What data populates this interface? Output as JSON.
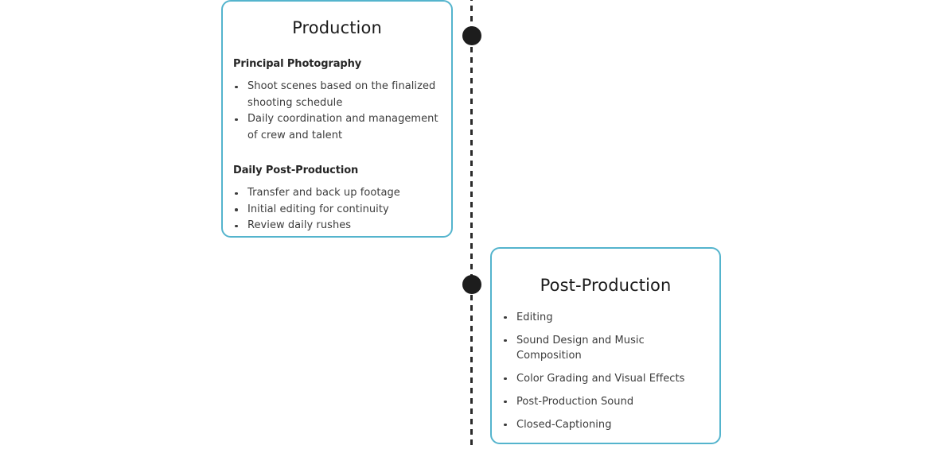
{
  "diagram": {
    "type": "vertical-timeline",
    "accent_color": "#54b4cd",
    "axis_color": "#2b2b2b",
    "dot_color": "#1d1d1d",
    "text_color": "#3c3c3c",
    "title_color": "#1b1b1b",
    "background": "#ffffff"
  },
  "timeline": {
    "milestones": [
      {
        "name": "production-milestone",
        "label": ""
      },
      {
        "name": "post-production-milestone",
        "label": ""
      }
    ]
  },
  "cards": {
    "production": {
      "title": "Production",
      "sections": [
        {
          "heading": "Principal Photography",
          "items": [
            "Shoot scenes based on the finalized shooting schedule",
            "Daily coordination and management of crew and talent"
          ]
        },
        {
          "heading": "Daily Post-Production",
          "items": [
            "Transfer and back up footage",
            "Initial editing for continuity",
            "Review daily rushes"
          ]
        }
      ]
    },
    "post_production": {
      "title": "Post-Production",
      "items": [
        "Editing",
        "Sound Design and Music Composition",
        "Color Grading and Visual Effects",
        "Post-Production Sound",
        "Closed-Captioning"
      ]
    }
  }
}
